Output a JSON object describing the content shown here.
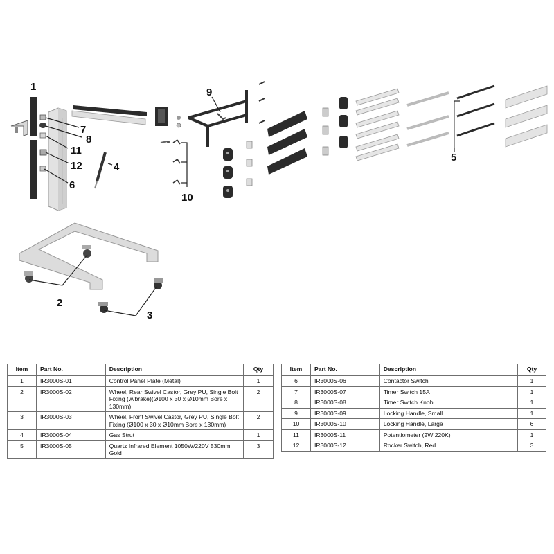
{
  "callouts": [
    "1",
    "2",
    "3",
    "4",
    "5",
    "6",
    "7",
    "8",
    "9",
    "10",
    "11",
    "12"
  ],
  "colors": {
    "dark": "#2b2b2b",
    "metal": "#cfcfcf",
    "metal_light": "#e6e6e6",
    "line": "#555555"
  },
  "table_left": {
    "headers": [
      "Item",
      "Part No.",
      "Description",
      "Qty"
    ],
    "rows": [
      {
        "item": "1",
        "part": "IR3000S-01",
        "desc": "Control Panel Plate (Metal)",
        "qty": "1"
      },
      {
        "item": "2",
        "part": "IR3000S-02",
        "desc": "Wheel, Rear Swivel Castor, Grey PU, Single Bolt Fixing (w/brake)(Ø100 x 30 x Ø10mm Bore x 130mm)",
        "qty": "2"
      },
      {
        "item": "3",
        "part": "IR3000S-03",
        "desc": "Wheel, Front Swivel Castor, Grey PU, Single Bolt Fixing (Ø100 x 30 x Ø10mm Bore x 130mm)",
        "qty": "2"
      },
      {
        "item": "4",
        "part": "IR3000S-04",
        "desc": "Gas Strut",
        "qty": "1"
      },
      {
        "item": "5",
        "part": "IR3000S-05",
        "desc": "Quartz Infrared Element 1050W/220V 530mm Gold",
        "qty": "3"
      }
    ]
  },
  "table_right": {
    "headers": [
      "Item",
      "Part No.",
      "Description",
      "Qty"
    ],
    "rows": [
      {
        "item": "6",
        "part": "IR3000S-06",
        "desc": "Contactor Switch",
        "qty": "1"
      },
      {
        "item": "7",
        "part": "IR3000S-07",
        "desc": "Timer Switch 15A",
        "qty": "1"
      },
      {
        "item": "8",
        "part": "IR3000S-08",
        "desc": "Timer Switch Knob",
        "qty": "1"
      },
      {
        "item": "9",
        "part": "IR3000S-09",
        "desc": "Locking Handle, Small",
        "qty": "1"
      },
      {
        "item": "10",
        "part": "IR3000S-10",
        "desc": "Locking Handle, Large",
        "qty": "6"
      },
      {
        "item": "11",
        "part": "IR3000S-11",
        "desc": "Potentiometer (2W 220K)",
        "qty": "1"
      },
      {
        "item": "12",
        "part": "IR3000S-12",
        "desc": "Rocker Switch, Red",
        "qty": "3"
      }
    ]
  }
}
